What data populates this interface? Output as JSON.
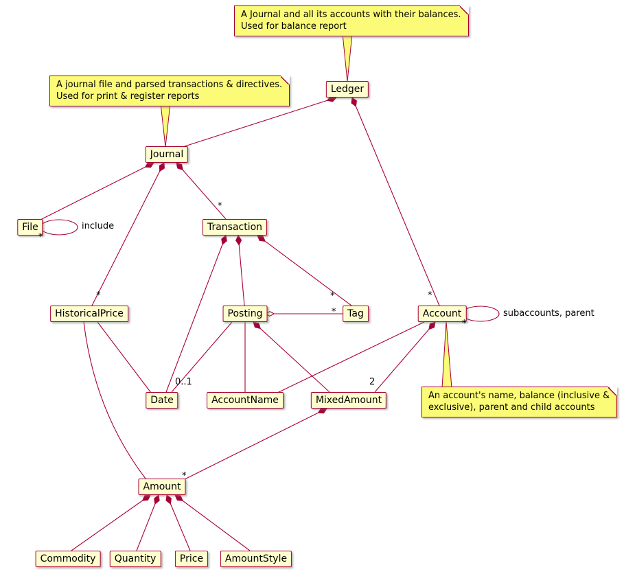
{
  "diagram": {
    "kind": "uml-class-diagram",
    "colors": {
      "line": "#A80036",
      "class_fill": "#FEFECE",
      "note_fill": "#FBFB77"
    },
    "nodes": {
      "ledger": "Ledger",
      "journal": "Journal",
      "file": "File",
      "transaction": "Transaction",
      "historicalPrice": "HistoricalPrice",
      "posting": "Posting",
      "tag": "Tag",
      "account": "Account",
      "date": "Date",
      "accountName": "AccountName",
      "mixedAmount": "MixedAmount",
      "amount": "Amount",
      "commodity": "Commodity",
      "quantity": "Quantity",
      "price": "Price",
      "amountStyle": "AmountStyle"
    },
    "notes": {
      "ledger": {
        "line1": "A Journal and all its accounts with their balances.",
        "line2": "Used for balance report"
      },
      "journal": {
        "line1": "A journal file and parsed transactions & directives.",
        "line2": "Used for print & register reports"
      },
      "account": {
        "line1": "An account's name, balance (inclusive &",
        "line2": "exclusive), parent and child accounts"
      }
    },
    "labels": {
      "star": "*",
      "zeroOrOne": "0..1",
      "two": "2",
      "include": "include",
      "subaccounts": "subaccounts, parent"
    }
  }
}
